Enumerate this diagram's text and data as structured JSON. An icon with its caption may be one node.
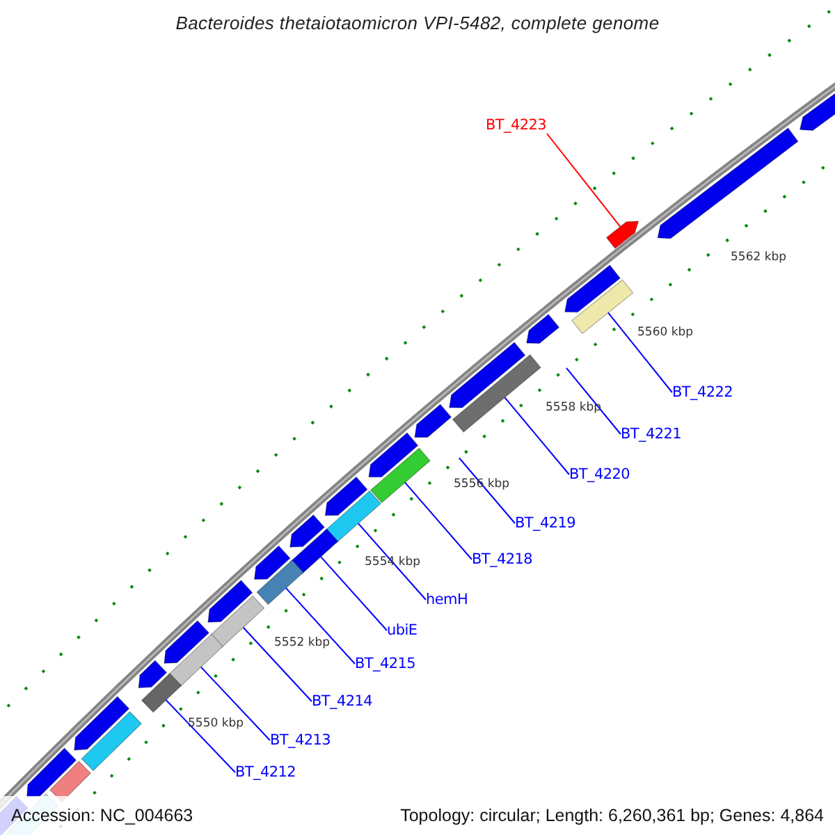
{
  "diagram": {
    "title": "Bacteroides thetaiotaomicron VPI-5482, complete genome",
    "nodes": [
      {
        "text": [
          "BT_4223"
        ]
      },
      {
        "text": [],
        "shape": "bar"
      },
      {
        "text": [
          "BT_4222"
        ]
      },
      {
        "text": [],
        "shape": "bar"
      },
      {
        "text": [
          "BT_4221"
        ]
      },
      {
        "text": [
          "BT_4220"
        ]
      },
      {
        "text": [],
        "shape": "bar"
      },
      {
        "text": [
          "BT_4219"
        ]
      },
      {
        "text": [
          "BT_4218"
        ]
      },
      {
        "text": [],
        "shape": "bar"
      },
      {
        "text": [
          "hemH"
        ]
      },
      {
        "text": [],
        "shape": "bar"
      },
      {
        "text": [
          "ubiE"
        ]
      },
      {
        "text": [],
        "shape": "bar"
      },
      {
        "text": [
          "BT_4215"
        ]
      },
      {
        "text": [],
        "shape": "bar"
      },
      {
        "text": [
          "BT_4214"
        ]
      },
      {
        "text": [],
        "shape": "bar"
      },
      {
        "text": [
          "BT_4213"
        ]
      },
      {
        "text": [],
        "shape": "bar"
      },
      {
        "text": [
          "BT_4212"
        ]
      },
      {
        "text": [],
        "shape": "bar"
      },
      {
        "text": [],
        "shape": "bar"
      },
      {
        "text": [],
        "shape": "bar"
      },
      {
        "text": [],
        "shape": "bar"
      },
      {
        "text": [],
        "shape": "bar"
      },
      {
        "text": [],
        "shape": "bar"
      },
      {
        "text": [],
        "shape": "bar"
      },
      {
        "text": [],
        "shape": "bar"
      },
      {
        "text": [],
        "shape": "bar"
      },
      {
        "text": [],
        "shape": "bar"
      },
      {
        "text": [],
        "shape": "bar"
      },
      {
        "text": [],
        "shape": "bar"
      },
      {
        "text": [],
        "shape": "bar"
      },
      {
        "text": [],
        "shape": "bar"
      },
      {
        "text": [],
        "shape": "bar"
      },
      {
        "text": [],
        "shape": "bar"
      },
      {
        "text": [],
        "shape": "bar"
      },
      {
        "text": [],
        "shape": "bar"
      },
      {
        "text": [],
        "shape": "bar"
      },
      {
        "text": [],
        "shape": "bar"
      }
    ],
    "edges": [
      {
        "from": 0,
        "to": 1,
        "arrow": "none",
        "color": "#ff0000"
      },
      {
        "from": 2,
        "to": 3,
        "arrow": "none"
      },
      {
        "from": 4,
        "to": null,
        "arrow": "none"
      },
      {
        "from": 5,
        "to": 6,
        "arrow": "none"
      },
      {
        "from": 7,
        "to": null,
        "arrow": "none"
      },
      {
        "from": 8,
        "to": 9,
        "arrow": "none"
      },
      {
        "from": 10,
        "to": 11,
        "arrow": "none"
      },
      {
        "from": 12,
        "to": 13,
        "arrow": "none"
      },
      {
        "from": 14,
        "to": 15,
        "arrow": "none"
      },
      {
        "from": 16,
        "to": 17,
        "arrow": "none"
      },
      {
        "from": 18,
        "to": 19,
        "arrow": "none"
      },
      {
        "from": 20,
        "to": 21,
        "arrow": "none"
      }
    ],
    "labels": [
      "5562 kbp",
      "5560 kbp",
      "5558 kbp",
      "5556 kbp",
      "5554 kbp",
      "5552 kbp",
      "5550 kbp",
      "Accession: NC_004663",
      "Topology: circular; Length: 6,260,361 bp; Genes: 4,864"
    ]
  }
}
